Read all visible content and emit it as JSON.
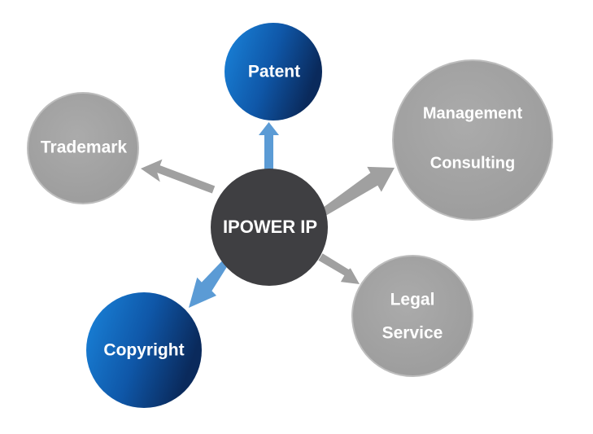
{
  "diagram": {
    "center": {
      "label": "IPOWER IP",
      "color": "#3f3f42"
    },
    "nodes": {
      "patent": {
        "label": "Patent",
        "style": "blue"
      },
      "trademark": {
        "label": "Trademark",
        "style": "gray"
      },
      "management": {
        "lines": [
          "Management",
          "Consulting"
        ],
        "style": "gray"
      },
      "copyright": {
        "label": "Copyright",
        "style": "blue"
      },
      "legal": {
        "lines": [
          "Legal",
          "Service"
        ],
        "style": "gray"
      }
    },
    "colors": {
      "blue_light": "#1a7fd4",
      "blue_dark": "#0b2f66",
      "gray_fill": "#a8a8a8",
      "gray_stroke": "#bfbfbf",
      "blue_arrow": "#5b9bd5",
      "gray_arrow": "#a0a0a0"
    }
  }
}
